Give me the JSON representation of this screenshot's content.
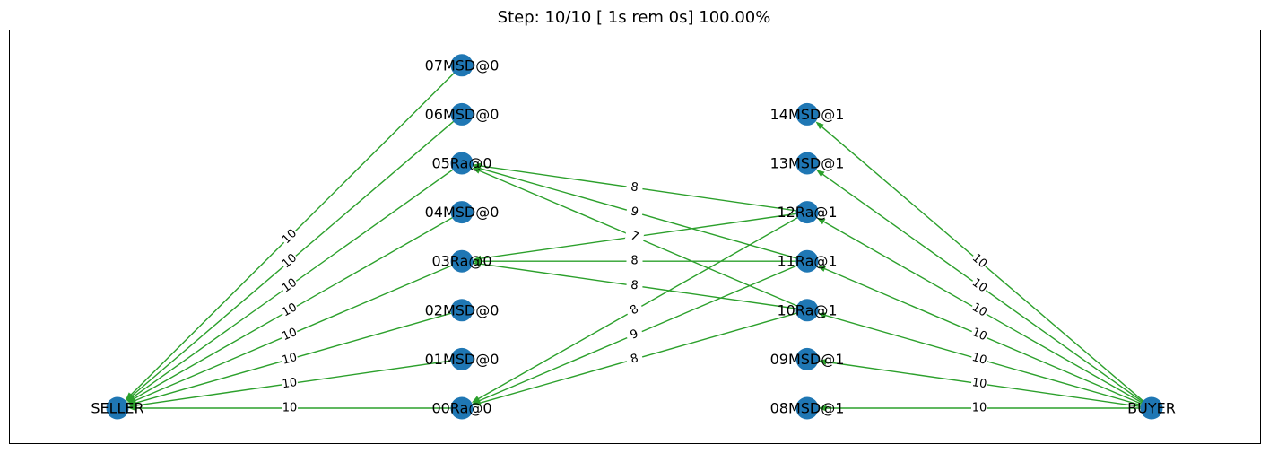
{
  "title": "Step: 10/10 [ 1s rem  0s] 100.00%",
  "colors": {
    "node": "#1f77b4",
    "edge": "#2ca02c"
  },
  "nodes": [
    {
      "id": "SELLER",
      "label": "SELLER",
      "col": 0,
      "row": 0
    },
    {
      "id": "00Ra@0",
      "label": "00Ra@0",
      "col": 1,
      "row": 0
    },
    {
      "id": "01MSD@0",
      "label": "01MSD@0",
      "col": 1,
      "row": 1
    },
    {
      "id": "02MSD@0",
      "label": "02MSD@0",
      "col": 1,
      "row": 2
    },
    {
      "id": "03Ra@0",
      "label": "03Ra@0",
      "col": 1,
      "row": 3
    },
    {
      "id": "04MSD@0",
      "label": "04MSD@0",
      "col": 1,
      "row": 4
    },
    {
      "id": "05Ra@0",
      "label": "05Ra@0",
      "col": 1,
      "row": 5
    },
    {
      "id": "06MSD@0",
      "label": "06MSD@0",
      "col": 1,
      "row": 6
    },
    {
      "id": "07MSD@0",
      "label": "07MSD@0",
      "col": 1,
      "row": 7
    },
    {
      "id": "08MSD@1",
      "label": "08MSD@1",
      "col": 2,
      "row": 0
    },
    {
      "id": "09MSD@1",
      "label": "09MSD@1",
      "col": 2,
      "row": 1
    },
    {
      "id": "10Ra@1",
      "label": "10Ra@1",
      "col": 2,
      "row": 2
    },
    {
      "id": "11Ra@1",
      "label": "11Ra@1",
      "col": 2,
      "row": 3
    },
    {
      "id": "12Ra@1",
      "label": "12Ra@1",
      "col": 2,
      "row": 4
    },
    {
      "id": "13MSD@1",
      "label": "13MSD@1",
      "col": 2,
      "row": 5
    },
    {
      "id": "14MSD@1",
      "label": "14MSD@1",
      "col": 2,
      "row": 6
    },
    {
      "id": "BUYER",
      "label": "BUYER",
      "col": 3,
      "row": 0
    }
  ],
  "edges": [
    {
      "source": "00Ra@0",
      "target": "SELLER",
      "label": "10"
    },
    {
      "source": "01MSD@0",
      "target": "SELLER",
      "label": "10"
    },
    {
      "source": "02MSD@0",
      "target": "SELLER",
      "label": "10"
    },
    {
      "source": "03Ra@0",
      "target": "SELLER",
      "label": "10"
    },
    {
      "source": "04MSD@0",
      "target": "SELLER",
      "label": "10"
    },
    {
      "source": "05Ra@0",
      "target": "SELLER",
      "label": "10"
    },
    {
      "source": "06MSD@0",
      "target": "SELLER",
      "label": "10"
    },
    {
      "source": "07MSD@0",
      "target": "SELLER",
      "label": "10"
    },
    {
      "source": "10Ra@1",
      "target": "00Ra@0",
      "label": "8"
    },
    {
      "source": "11Ra@1",
      "target": "00Ra@0",
      "label": "9"
    },
    {
      "source": "12Ra@1",
      "target": "00Ra@0",
      "label": "8"
    },
    {
      "source": "10Ra@1",
      "target": "03Ra@0",
      "label": "8"
    },
    {
      "source": "11Ra@1",
      "target": "03Ra@0",
      "label": "8"
    },
    {
      "source": "12Ra@1",
      "target": "03Ra@0",
      "label": "7"
    },
    {
      "source": "10Ra@1",
      "target": "05Ra@0",
      "label": "7"
    },
    {
      "source": "11Ra@1",
      "target": "05Ra@0",
      "label": "9"
    },
    {
      "source": "12Ra@1",
      "target": "05Ra@0",
      "label": "8"
    },
    {
      "source": "BUYER",
      "target": "08MSD@1",
      "label": "10"
    },
    {
      "source": "BUYER",
      "target": "09MSD@1",
      "label": "10"
    },
    {
      "source": "BUYER",
      "target": "10Ra@1",
      "label": "10"
    },
    {
      "source": "BUYER",
      "target": "11Ra@1",
      "label": "10"
    },
    {
      "source": "BUYER",
      "target": "12Ra@1",
      "label": "10"
    },
    {
      "source": "BUYER",
      "target": "13MSD@1",
      "label": "10"
    },
    {
      "source": "BUYER",
      "target": "14MSD@1",
      "label": "10"
    }
  ]
}
